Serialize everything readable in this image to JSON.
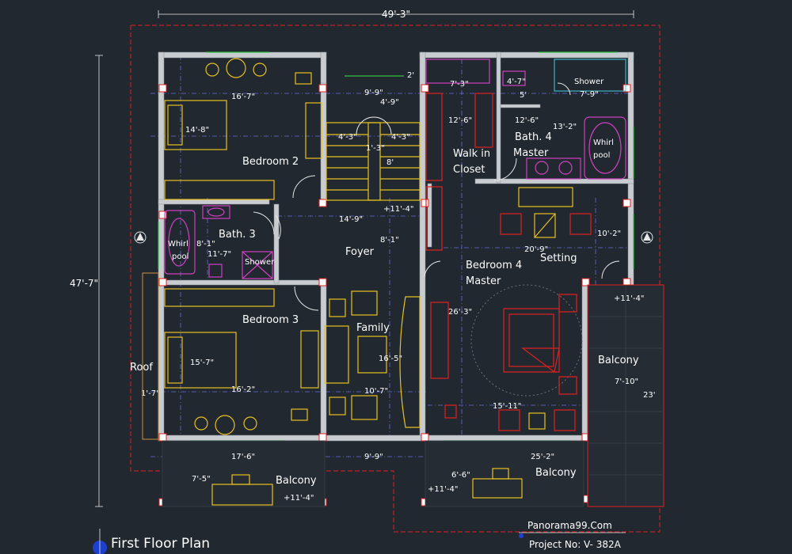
{
  "plan_title": "First Floor Plan",
  "brand": "Panorama99.Com",
  "project": "Project No: V- 382A",
  "colors": {
    "background": "#212830",
    "wall": "#c8ccd0",
    "boundary": "#e02020",
    "furniture_yellow": "#e8c020",
    "furniture_magenta": "#d040c0",
    "furniture_red": "#e02020",
    "gridline": "#6a6cd8"
  },
  "rooms": {
    "bedroom2": "Bedroom 2",
    "bath3": "Bath. 3",
    "bedroom3": "Bedroom 3",
    "foyer": "Foyer",
    "family": "Family",
    "roof": "Roof",
    "walkin_1": "Walk in",
    "walkin_2": "Closet",
    "bath4_1": "Bath. 4",
    "bath4_2": "Master",
    "setting": "Setting",
    "bedroom4_1": "Bedroom 4",
    "bedroom4_2": "Master",
    "balcony_right": "Balcony",
    "balcony_bottom_left": "Balcony",
    "balcony_bottom_right": "Balcony",
    "whirlpool_left_1": "Whirl",
    "whirlpool_left_2": "pool",
    "whirlpool_right_1": "Whirl",
    "whirlpool_right_2": "pool",
    "shower_left": "Shower",
    "shower_right": "Shower"
  },
  "dimensions": {
    "overall_width": "49'-3\"",
    "overall_depth": "47'-7\"",
    "d_16_7": "16'-7\"",
    "d_14_8": "14'-8\"",
    "d_9_9_top": "9'-9\"",
    "d_4_9": "4'-9\"",
    "d_4_3a": "4'-3\"",
    "d_4_3b": "4'-3\"",
    "d_1_3": "1'-3\"",
    "d_8": "8'",
    "d_7_3": "7'-3\"",
    "d_4_7": "4'-7\"",
    "d_5": "5'",
    "d_7_9": "7'-9\"",
    "d_12_6a": "12'-6\"",
    "d_12_6b": "12'-6\"",
    "d_13_2": "13'-2\"",
    "d_2": "2'",
    "d_11_4_top": "+11'-4\"",
    "d_14_9": "14'-9\"",
    "d_8_1a": "8'-1\"",
    "d_8_1b": "8'-1\"",
    "d_11_7": "11'-7\"",
    "d_10_2": "10'-2\"",
    "d_20_9": "20'-9\"",
    "d_11_4_right": "+11'-4\"",
    "d_26_3": "26'-3\"",
    "d_15_7": "15'-7\"",
    "d_16_2": "16'-2\"",
    "d_16_5": "16'-5\"",
    "d_10_7": "10'-7\"",
    "d_1_7": "1'-7\"",
    "d_15_11": "15'-11\"",
    "d_7_10": "7'-10\"",
    "d_23": "23'",
    "d_17_6": "17'-6\"",
    "d_9_9_bottom": "9'-9\"",
    "d_25_2": "25'-2\"",
    "d_7_5": "7'-5\"",
    "d_6_6": "6'-6\"",
    "d_11_4_bl": "+11'-4\"",
    "d_11_4_br": "+11'-4\""
  }
}
